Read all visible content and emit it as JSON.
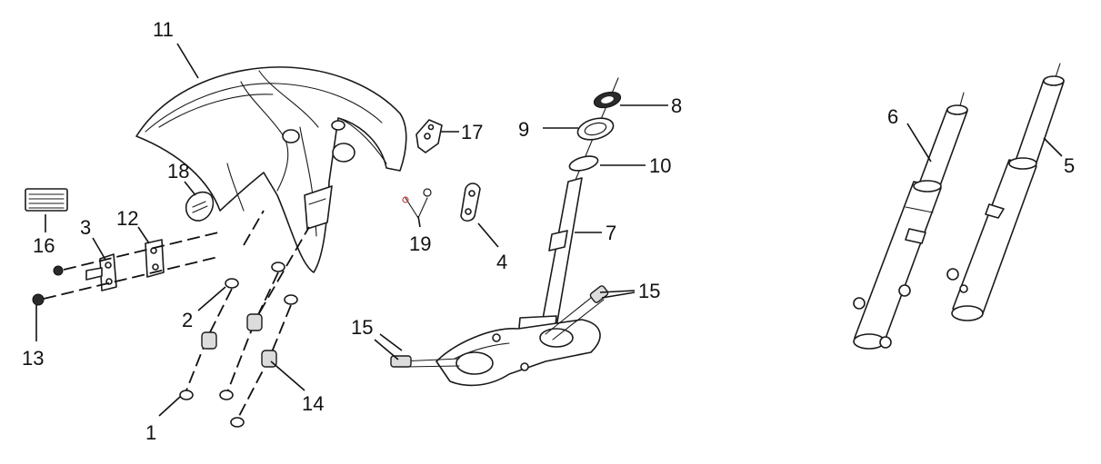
{
  "diagram": {
    "callouts": [
      {
        "id": "11",
        "label": "11"
      },
      {
        "id": "18",
        "label": "18"
      },
      {
        "id": "16",
        "label": "16"
      },
      {
        "id": "3",
        "label": "3"
      },
      {
        "id": "12",
        "label": "12"
      },
      {
        "id": "13",
        "label": "13"
      },
      {
        "id": "2",
        "label": "2"
      },
      {
        "id": "1",
        "label": "1"
      },
      {
        "id": "14",
        "label": "14"
      },
      {
        "id": "17",
        "label": "17"
      },
      {
        "id": "19",
        "label": "19"
      },
      {
        "id": "4",
        "label": "4"
      },
      {
        "id": "8",
        "label": "8"
      },
      {
        "id": "9",
        "label": "9"
      },
      {
        "id": "10",
        "label": "10"
      },
      {
        "id": "7",
        "label": "7"
      },
      {
        "id": "15a",
        "label": "15"
      },
      {
        "id": "15b",
        "label": "15"
      },
      {
        "id": "6",
        "label": "6"
      },
      {
        "id": "5",
        "label": "5"
      }
    ]
  }
}
